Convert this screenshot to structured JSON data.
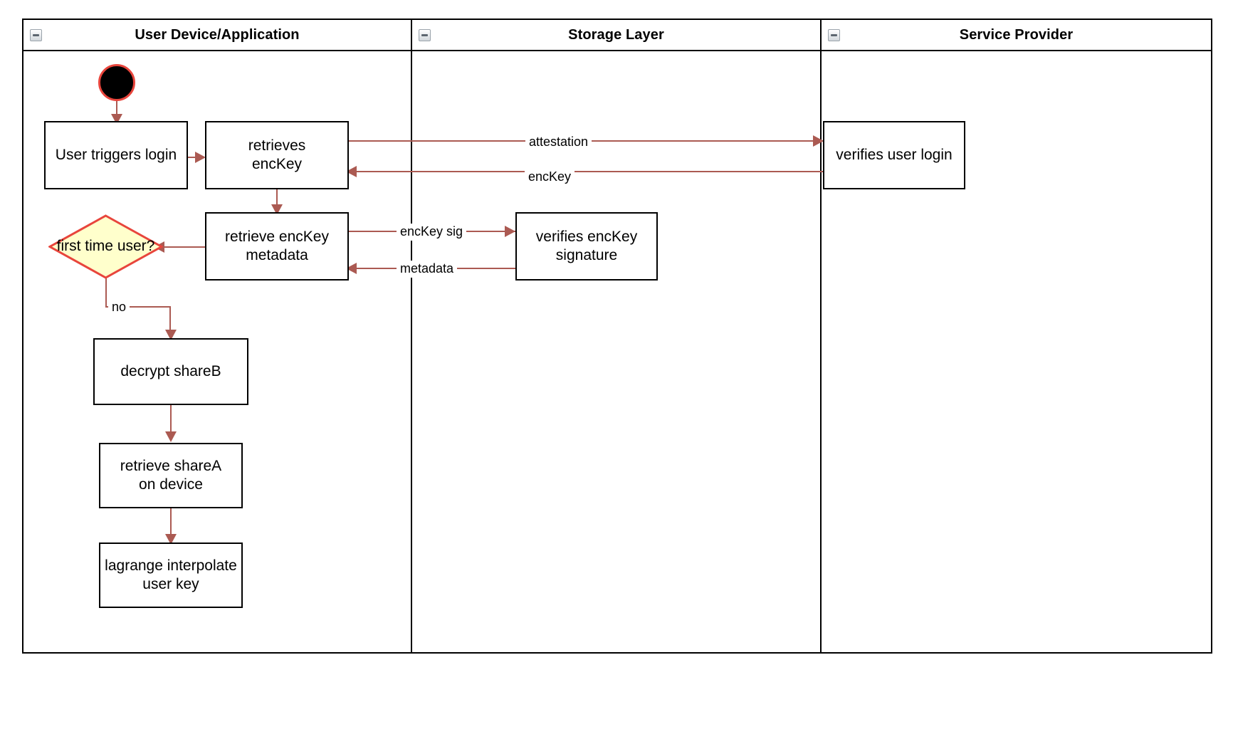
{
  "diagram": {
    "title": "User login key retrieval swimlane activity diagram",
    "colors": {
      "edge": "#ab5a52",
      "node_border": "#000000",
      "decision_fill": "#ffffcc",
      "decision_border": "#e8453c",
      "start_fill": "#000000",
      "start_border": "#e8453c",
      "lane_border": "#000000",
      "background": "#ffffff"
    }
  },
  "lanes": [
    {
      "id": "lane-user-device",
      "title": "User Device/Application",
      "collapse_icon": "collapse-minus-icon"
    },
    {
      "id": "lane-storage-layer",
      "title": "Storage Layer",
      "collapse_icon": "collapse-minus-icon"
    },
    {
      "id": "lane-service-provider",
      "title": "Service Provider",
      "collapse_icon": "collapse-minus-icon"
    }
  ],
  "nodes": [
    {
      "id": "start",
      "type": "start",
      "label": ""
    },
    {
      "id": "user-triggers-login",
      "type": "activity",
      "lane": "lane-user-device",
      "label": "User triggers login"
    },
    {
      "id": "retrieves-enckey",
      "type": "activity",
      "lane": "lane-user-device",
      "label": "retrieves\nencKey",
      "line1": "retrieves",
      "line2": "encKey"
    },
    {
      "id": "retrieve-enckey-metadata",
      "type": "activity",
      "lane": "lane-user-device",
      "label": "retrieve encKey\nmetadata",
      "line1": "retrieve encKey",
      "line2": "metadata"
    },
    {
      "id": "first-time-user",
      "type": "decision",
      "lane": "lane-user-device",
      "label": "first time\nuser?",
      "line1": "first time",
      "line2": "user?"
    },
    {
      "id": "decrypt-shareb",
      "type": "activity",
      "lane": "lane-user-device",
      "label": "decrypt shareB"
    },
    {
      "id": "retrieve-sharea-on-device",
      "type": "activity",
      "lane": "lane-user-device",
      "label": "retrieve shareA\non device",
      "line1": "retrieve shareA",
      "line2": "on device"
    },
    {
      "id": "lagrange-interpolate-user-key",
      "type": "activity",
      "lane": "lane-user-device",
      "label": "lagrange interpolate\nuser key",
      "line1": "lagrange interpolate",
      "line2": "user key"
    },
    {
      "id": "verifies-enckey-signature",
      "type": "activity",
      "lane": "lane-storage-layer",
      "label": "verifies encKey\nsignature",
      "line1": "verifies encKey",
      "line2": "signature"
    },
    {
      "id": "verifies-user-login",
      "type": "activity",
      "lane": "lane-service-provider",
      "label": "verifies user login"
    }
  ],
  "edges": [
    {
      "id": "edge-start-to-login",
      "from": "start",
      "to": "user-triggers-login",
      "label": ""
    },
    {
      "id": "edge-login-to-retrieves",
      "from": "user-triggers-login",
      "to": "retrieves-enckey",
      "label": ""
    },
    {
      "id": "edge-attestation",
      "from": "retrieves-enckey",
      "to": "verifies-user-login",
      "label": "attestation"
    },
    {
      "id": "edge-enckey-return",
      "from": "verifies-user-login",
      "to": "retrieves-enckey",
      "label": "encKey"
    },
    {
      "id": "edge-retrieves-to-metadata",
      "from": "retrieves-enckey",
      "to": "retrieve-enckey-metadata",
      "label": ""
    },
    {
      "id": "edge-enckey-sig",
      "from": "retrieve-enckey-metadata",
      "to": "verifies-enckey-signature",
      "label": "encKey sig"
    },
    {
      "id": "edge-metadata-return",
      "from": "verifies-enckey-signature",
      "to": "retrieve-enckey-metadata",
      "label": "metadata"
    },
    {
      "id": "edge-metadata-to-decision",
      "from": "retrieve-enckey-metadata",
      "to": "first-time-user",
      "label": ""
    },
    {
      "id": "edge-decision-no",
      "from": "first-time-user",
      "to": "decrypt-shareb",
      "label": "no"
    },
    {
      "id": "edge-decrypt-to-sharea",
      "from": "decrypt-shareb",
      "to": "retrieve-sharea-on-device",
      "label": ""
    },
    {
      "id": "edge-sharea-to-lagrange",
      "from": "retrieve-sharea-on-device",
      "to": "lagrange-interpolate-user-key",
      "label": ""
    }
  ]
}
